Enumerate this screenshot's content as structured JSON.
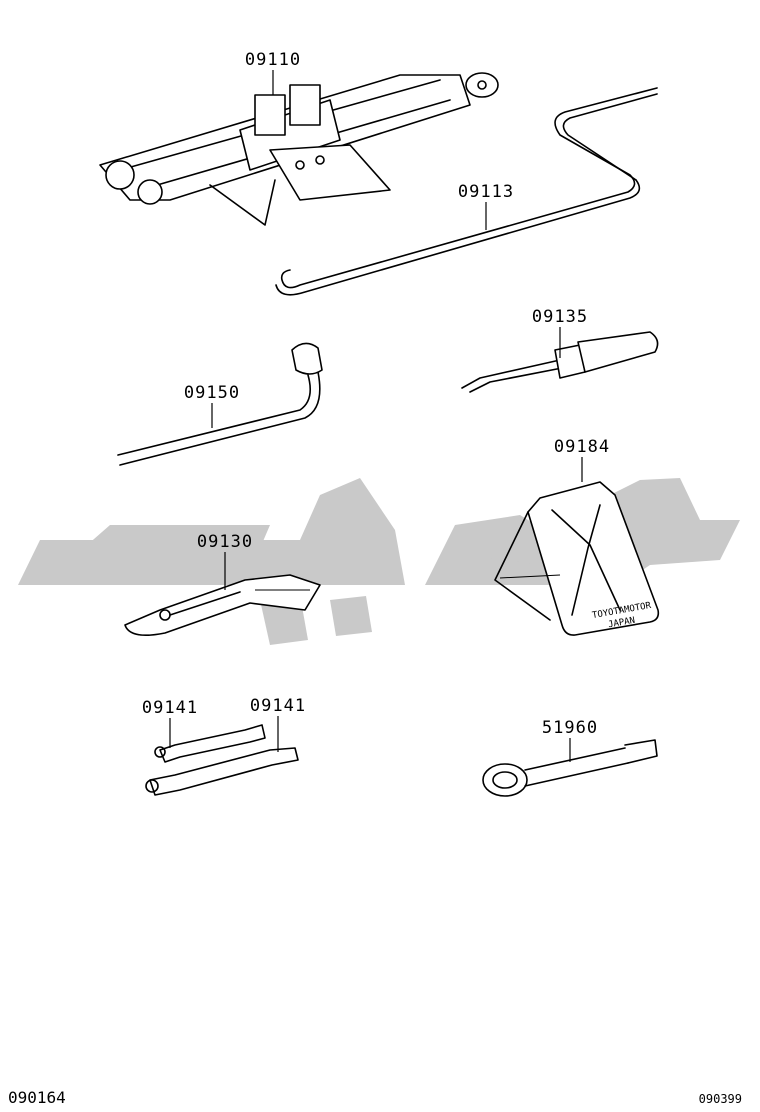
{
  "parts": {
    "jack": "09110",
    "jack_handle": "09113",
    "screwdriver": "09135",
    "wheel_nut_wrench": "09150",
    "warning_triangle": "09184",
    "pliers": "09130",
    "wrench_small": "09141",
    "wrench_large": "09141",
    "towing_eye": "51960"
  },
  "triangle_text": {
    "line1": "TOYOTAMOTOR",
    "line2": "JAPAN"
  },
  "footer": {
    "left_code": "090164",
    "right_code": "090399"
  },
  "colors": {
    "line": "#000000",
    "watermark": "#c9c9c9",
    "background": "#ffffff"
  }
}
